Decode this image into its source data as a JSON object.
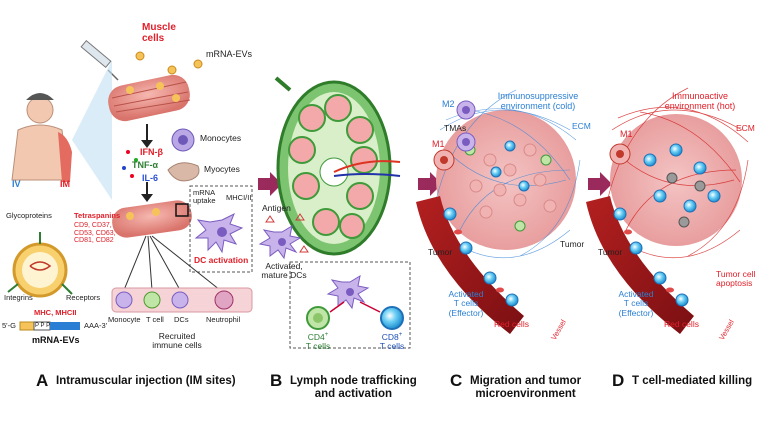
{
  "panels": [
    {
      "letter": "A",
      "caption": "Intramuscular injection (IM sites)"
    },
    {
      "letter": "B",
      "caption": "Lymph node trafficking\nand activation"
    },
    {
      "letter": "C",
      "caption": "Migration and tumor\nmicroenvironment"
    },
    {
      "letter": "D",
      "caption": "T cell-mediated killing"
    }
  ],
  "panel_a": {
    "muscle_cells": "Muscle\ncells",
    "mrna_evs_top": "mRNA-EVs",
    "iv": "IV",
    "im": "IM",
    "ifn": "IFN-β",
    "tnf": "TNF-α",
    "il6": "IL-6",
    "monocytes": "Monocytes",
    "myocytes": "Myocytes",
    "glycoproteins": "Glycoproteins",
    "tetraspanins_title": "Tetraspanins",
    "tetraspanins_list": "CD9, CD37,\nCD53, CD63,\nCD81, CD82",
    "mrna_uptake": "mRNA\nuptake",
    "mhc_top": "MHCI/II",
    "dc_activation": "DC activation",
    "integrins": "Integrins",
    "receptors": "Receptors",
    "mhc": "MHC, MHCII",
    "mrna_seq_left": "5'-G",
    "mrna_seq_ppp": "P P P",
    "mrna_seq_right": "AAA-3'",
    "mrna_evs_bottom": "mRNA-EVs",
    "cells": [
      "Monocyte",
      "T cell",
      "DCs",
      "Neutrophil"
    ],
    "recruited": "Recruited\nimmune cells"
  },
  "panel_b": {
    "antigen": "Antigen",
    "activated": "Activated,\nmature DCs",
    "cd4_main": "CD4",
    "cd4_sup": "+",
    "cd4_sub": "T cells",
    "cd8_main": "CD8",
    "cd8_sup": "+",
    "cd8_sub": "T cells"
  },
  "panel_c": {
    "m2": "M2",
    "env": "Immunosuppressive\nenvironment (cold)",
    "ecm": "ECM",
    "tmas": "TMAs",
    "m1": "M1",
    "tumor_left": "Tumor",
    "tumor_right": "Tumor",
    "activated": "Activated\nT cells\n(Effector)",
    "red_cells": "Red cells",
    "vessel": "Vessel"
  },
  "panel_d": {
    "env": "Immunoactive\nenvironment (hot)",
    "m1": "M1",
    "ecm": "ECM",
    "tumor": "Tumor",
    "activated": "Activated\nT cells\n(Effector)",
    "apoptosis": "Tumor cell\napoptosis",
    "red_cells": "Red cells",
    "vessel": "Vessel"
  },
  "colors": {
    "accent_red": "#e0202a",
    "accent_blue": "#2a7fd4",
    "arrow": "#9b2a5c",
    "muscle": "#e8928a",
    "ln_green": "#3f9a3a",
    "vessel": "#9c1a1a",
    "tcell_blue": "#29a9e0"
  }
}
